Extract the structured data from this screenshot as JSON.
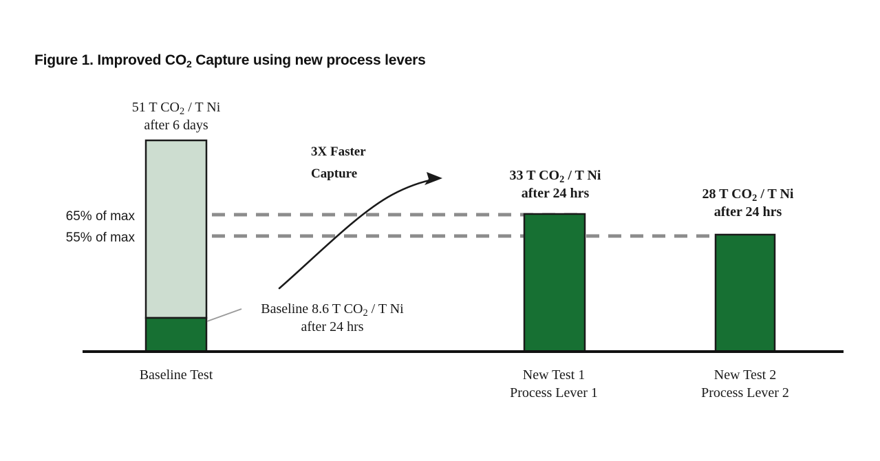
{
  "figure": {
    "title_prefix": "Figure 1. Improved CO",
    "title_sub": "2",
    "title_suffix": " Capture using new process levers"
  },
  "chart_data": {
    "type": "bar",
    "title": "Figure 1. Improved CO2 Capture using new process levers",
    "xlabel": "",
    "ylabel": "",
    "grid": false,
    "legend": "none",
    "categories": [
      "Baseline Test",
      "New Test 1 Process Lever 1",
      "New Test 2 Process Lever 2"
    ],
    "series": [
      {
        "name": "Total capture after 6 days (light green)",
        "color": "#cdddd0",
        "values": [
          51,
          null,
          null
        ],
        "unit": "T CO2 / T Ni"
      },
      {
        "name": "Capture after 24 hrs (dark green)",
        "color": "#177033",
        "values": [
          8.6,
          33,
          28
        ],
        "unit": "T CO2 / T Ni"
      }
    ],
    "reference_lines": [
      {
        "label": "65% of max",
        "value_pct": 65,
        "style": "dashed",
        "color": "#8c8c8c"
      },
      {
        "label": "55% of max",
        "value_pct": 55,
        "style": "dashed",
        "color": "#8c8c8c"
      }
    ],
    "annotations": [
      {
        "text": "3X Faster Capture",
        "type": "arrow-callout"
      },
      {
        "text": "Baseline 8.6 T CO2 / T Ni after 24 hrs",
        "type": "leader-callout"
      },
      {
        "text": "51 T CO2 / T Ni after 6 days",
        "type": "bar-label"
      },
      {
        "text": "33 T CO2 / T Ni after 24 hrs",
        "type": "bar-label"
      },
      {
        "text": "28 T CO2 / T Ni after 24 hrs",
        "type": "bar-label"
      }
    ],
    "ylim": [
      0,
      51
    ]
  },
  "axis_labels": {
    "pct_high": "65% of max",
    "pct_low": "55% of max"
  },
  "bar_labels": {
    "bar1_line1_pre": "51 T CO",
    "bar1_line1_sub": "2",
    "bar1_line1_post": " / T Ni",
    "bar1_line2": "after 6 days",
    "bar2_line1_pre": "33 T CO",
    "bar2_line1_sub": "2",
    "bar2_line1_post": " / T Ni",
    "bar2_line2": "after 24 hrs",
    "bar3_line1_pre": "28 T CO",
    "bar3_line1_sub": "2",
    "bar3_line1_post": " / T Ni",
    "bar3_line2": "after 24 hrs",
    "baseline_line1_pre": "Baseline 8.6 T CO",
    "baseline_line1_sub": "2",
    "baseline_line1_post": " / T Ni",
    "baseline_line2": "after 24 hrs"
  },
  "callout": {
    "arrow_line1": "3X Faster",
    "arrow_line2": "Capture"
  },
  "categories": [
    {
      "line1": "Baseline Test",
      "line2": ""
    },
    {
      "line1": "New Test 1",
      "line2": "Process Lever 1"
    },
    {
      "line1": "New Test 2",
      "line2": "Process Lever 2"
    }
  ],
  "colors": {
    "bar_light": "#cdddd0",
    "bar_dark": "#177033",
    "bar_outline": "#1a1a1a",
    "dashed_line": "#8c8c8c",
    "axis": "#111111",
    "leader": "#9a9a9a"
  }
}
